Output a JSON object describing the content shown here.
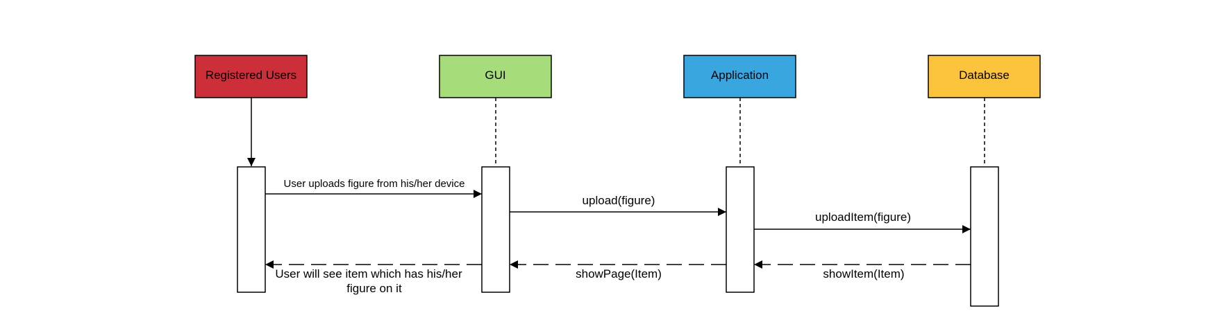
{
  "actors": [
    {
      "id": "users",
      "label": "Registered Users",
      "color": "#cc2f3a"
    },
    {
      "id": "gui",
      "label": "GUI",
      "color": "#a6dc7a"
    },
    {
      "id": "app",
      "label": "Application",
      "color": "#3aa6df"
    },
    {
      "id": "db",
      "label": "Database",
      "color": "#fcc43c"
    }
  ],
  "messages": {
    "user_upload": "User uploads figure from his/her device",
    "upload": "upload(figure)",
    "upload_item": "uploadItem(figure)",
    "show_item": "showItem(Item)",
    "show_page": "showPage(Item)",
    "user_sees_line1": "User will see item which has his/her",
    "user_sees_line2": "figure on it"
  },
  "colors": {
    "stroke": "#000000",
    "activation_fill": "#ffffff"
  }
}
